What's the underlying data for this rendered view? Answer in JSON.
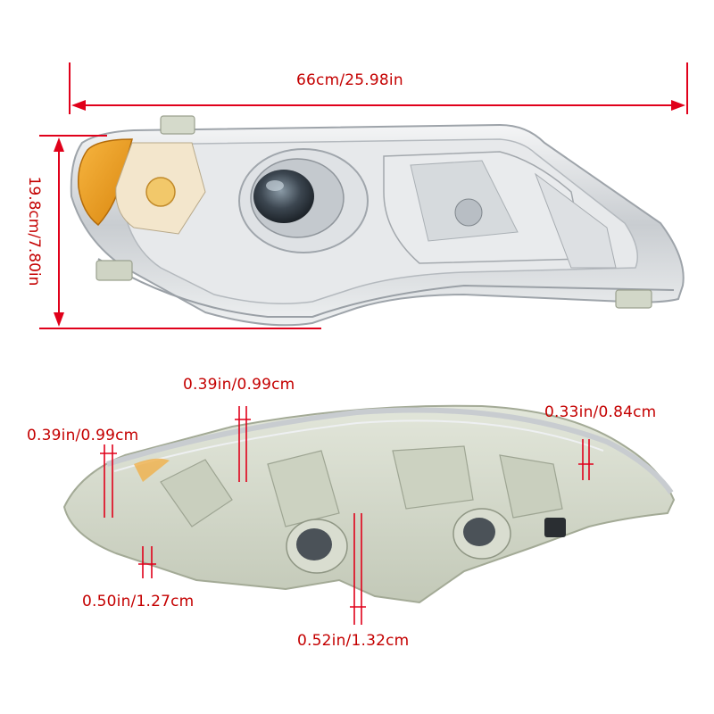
{
  "dimensions": {
    "length": "66cm/25.98in",
    "height": "19.8cm/7.80in",
    "mount_top_left": "0.39in/0.99cm",
    "mount_top_center": "0.39in/0.99cm",
    "mount_top_right": "0.33in/0.84cm",
    "mount_bottom_left": "0.50in/1.27cm",
    "mount_bottom_center": "0.52in/1.32cm"
  },
  "colors": {
    "annotation": "#c40000",
    "amber_lens": "#f0a020",
    "chrome": "#c8ccd0",
    "housing": "#d3d8c8",
    "background": "#ffffff"
  }
}
